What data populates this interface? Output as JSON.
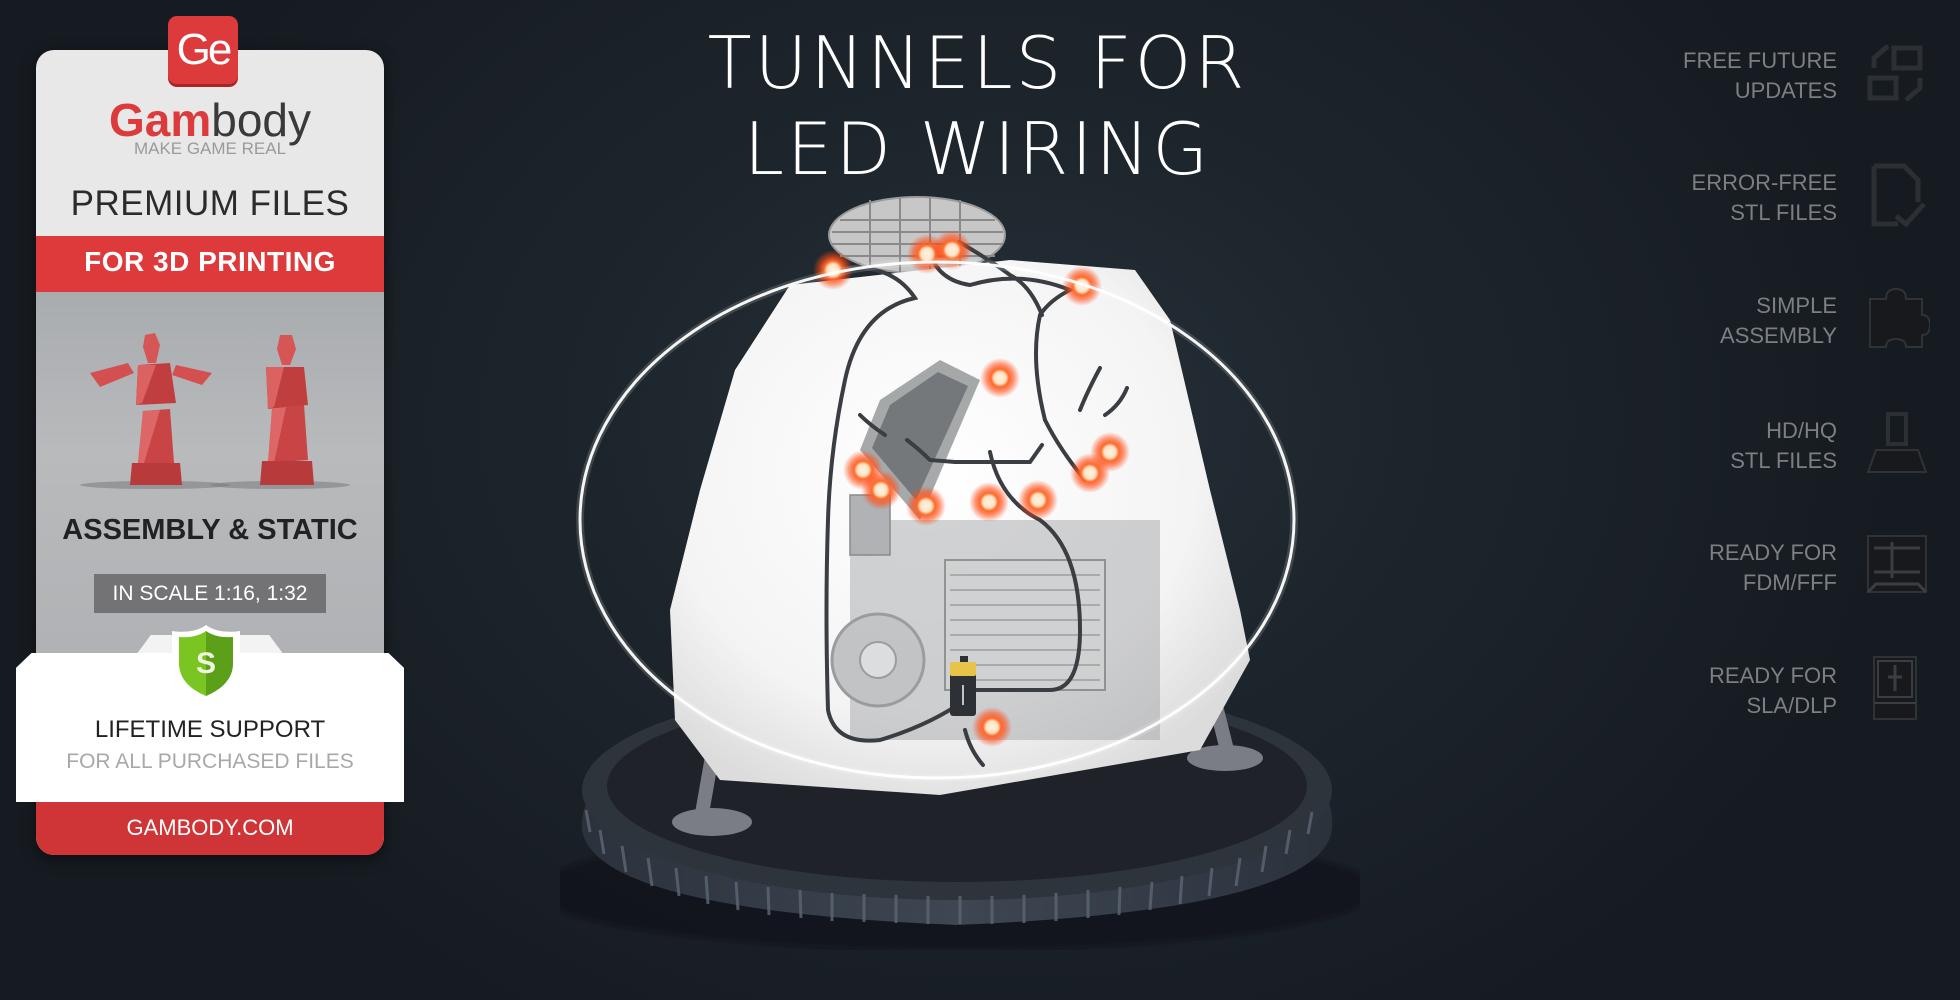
{
  "brand": {
    "logo_mark": "Ge",
    "name_bold": "Gam",
    "name_light": "body",
    "tagline": "MAKE GAME REAL",
    "accent_color": "#dd3a3c"
  },
  "promo": {
    "headline": "PREMIUM FILES",
    "band": "FOR 3D PRINTING",
    "category": "ASSEMBLY & STATIC",
    "scale": "IN SCALE 1:16, 1:32",
    "support_icon": "shield-s-icon",
    "support_letter": "S",
    "support_title": "LIFETIME SUPPORT",
    "support_subtitle": "FOR ALL PURCHASED FILES",
    "website": "GAMBODY.COM"
  },
  "title": {
    "line1": "TUNNELS FOR",
    "line2": "LED WIRING"
  },
  "features": [
    {
      "line1": "FREE FUTURE",
      "line2": "UPDATES",
      "icon": "update-arrows-icon"
    },
    {
      "line1": "ERROR-FREE",
      "line2": "STL FILES",
      "icon": "file-check-icon"
    },
    {
      "line1": "SIMPLE",
      "line2": "ASSEMBLY",
      "icon": "puzzle-icon"
    },
    {
      "line1": "HD/HQ",
      "line2": "STL FILES",
      "icon": "hd-print-icon"
    },
    {
      "line1": "READY FOR",
      "line2": "FDM/FFF",
      "icon": "fdm-printer-icon"
    },
    {
      "line1": "READY FOR",
      "line2": "SLA/DLP",
      "icon": "sla-printer-icon"
    }
  ],
  "scene": {
    "subject": "space capsule model with LED wiring on stand",
    "led_color": "#ff5a1f",
    "led_count": 15
  }
}
